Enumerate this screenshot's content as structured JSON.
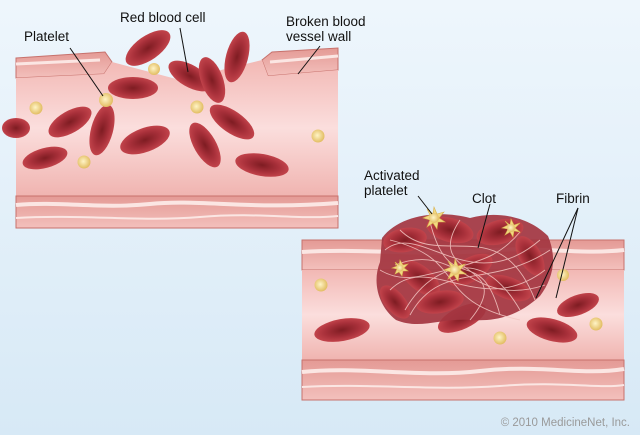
{
  "labels": {
    "platelet": "Platelet",
    "red_blood_cell": "Red blood cell",
    "broken_vessel_wall": "Broken blood\nvessel wall",
    "activated_platelet": "Activated\nplatelet",
    "clot": "Clot",
    "fibrin": "Fibrin"
  },
  "copyright": "© 2010 MedicineNet, Inc.",
  "colors": {
    "background": "#e6f1fa",
    "vessel_wall": "#e8a49f",
    "vessel_lumen": "#f6c8c6",
    "red_blood_cell": "#b8353a",
    "platelet": "#f0d48a",
    "clot": "#9c2f36"
  }
}
